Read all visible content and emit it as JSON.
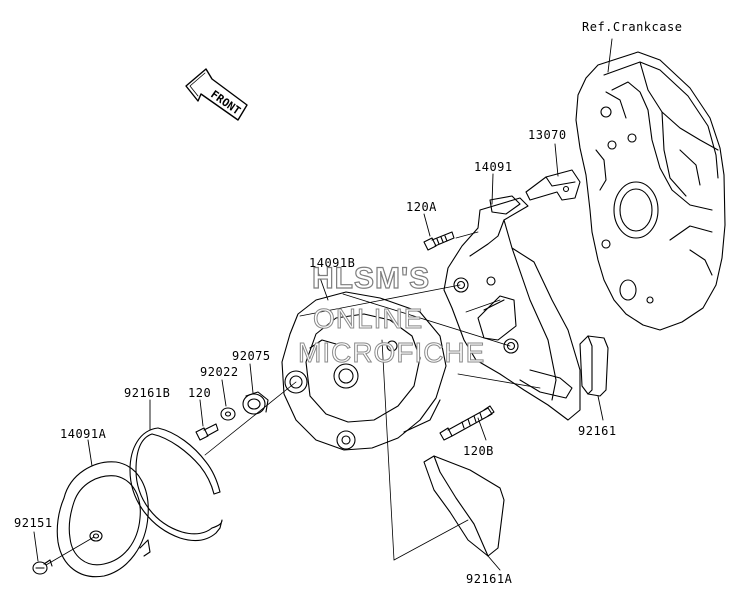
{
  "diagram": {
    "background": "#ffffff",
    "line_color": "#000000",
    "front_arrow_text": "FRONT",
    "crankcase_label": "Ref.Crankcase",
    "part_labels": {
      "p13070": "13070",
      "p14091": "14091",
      "p120A": "120A",
      "p14091B": "14091B",
      "p92075": "92075",
      "p92022": "92022",
      "p120": "120",
      "p92161B": "92161B",
      "p14091A": "14091A",
      "p92151": "92151",
      "p120B": "120B",
      "p92161": "92161",
      "p92161A": "92161A"
    },
    "watermark": {
      "line1": "HLSM'S",
      "line2": "ONLINE",
      "line3": "MICROFICHE"
    }
  }
}
